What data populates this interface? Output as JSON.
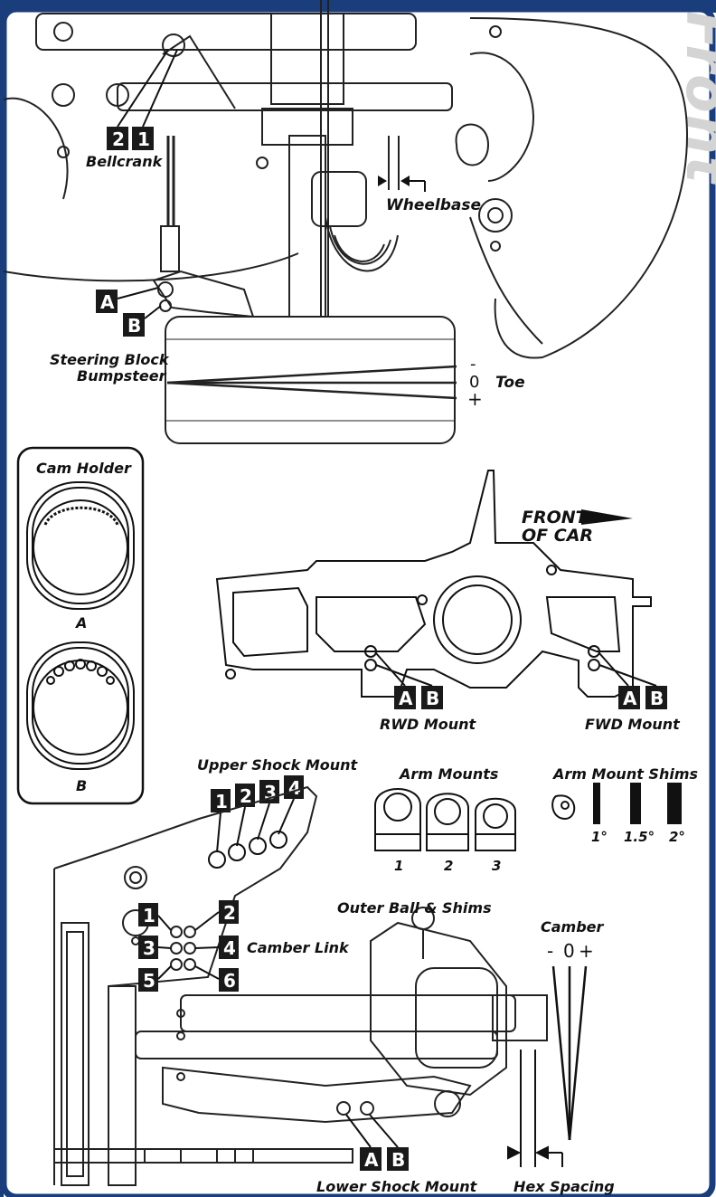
{
  "side_title": "Front",
  "colors": {
    "frame": "#1a3d7c",
    "accent": "#1a56a8",
    "ink": "#111111",
    "badge": "#1a1a1a"
  },
  "steering": {
    "bellcrank_label": "Bellcrank",
    "bellcrank_positions": [
      "2",
      "1"
    ],
    "wheelbase_label": "Wheelbase",
    "bumpsteer_label_line1": "Steering Block",
    "bumpsteer_label_line2": "Bumpsteer",
    "bumpsteer_positions": [
      "A",
      "B"
    ],
    "toe_label": "Toe",
    "toe_marks": [
      "-",
      "0",
      "+"
    ]
  },
  "cam_holder": {
    "title": "Cam Holder",
    "options": [
      "A",
      "B"
    ]
  },
  "motor_mount": {
    "front_label_line1": "FRONT",
    "front_label_line2": "OF CAR",
    "rwd_label": "RWD Mount",
    "fwd_label": "FWD Mount",
    "rwd_positions": [
      "A",
      "B"
    ],
    "fwd_positions": [
      "A",
      "B"
    ]
  },
  "upper_shock_mount": {
    "title": "Upper Shock Mount",
    "positions": [
      "1",
      "2",
      "3",
      "4"
    ]
  },
  "arm_mounts": {
    "title": "Arm Mounts",
    "options": [
      "1",
      "2",
      "3"
    ]
  },
  "arm_mount_shims": {
    "title": "Arm Mount Shims",
    "options": [
      "1°",
      "1.5°",
      "2°"
    ]
  },
  "camber_link": {
    "label": "Camber Link",
    "positions": [
      "1",
      "2",
      "3",
      "4",
      "5",
      "6"
    ]
  },
  "outer_ball_label": "Outer Ball & Shims",
  "camber": {
    "label": "Camber",
    "marks": [
      "-",
      "0",
      "+"
    ]
  },
  "lower_shock_mount": {
    "label": "Lower Shock Mount",
    "positions": [
      "A",
      "B"
    ]
  },
  "hex_spacing_label": "Hex Spacing"
}
